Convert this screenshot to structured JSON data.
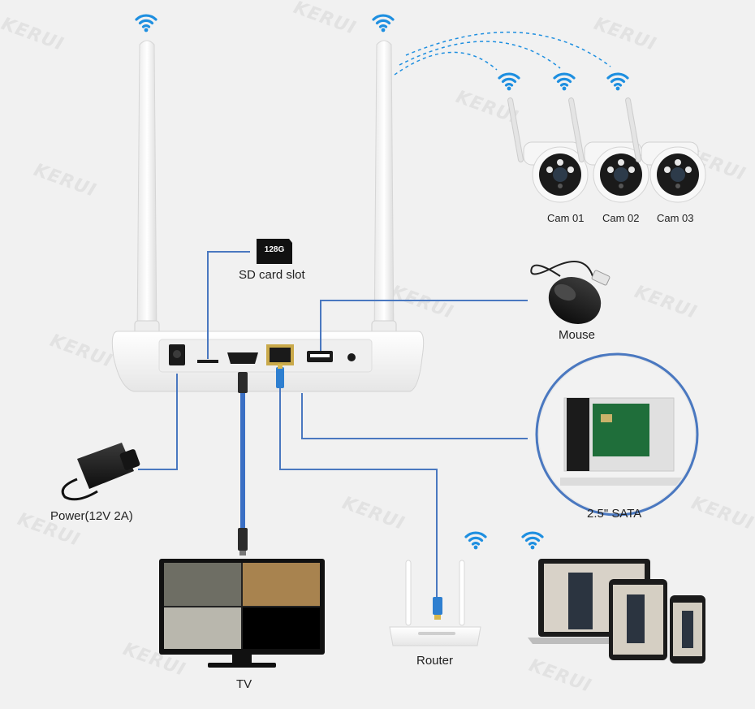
{
  "watermark": "KERUI",
  "colors": {
    "background": "#f1f1f1",
    "wire": "#4a78c0",
    "wifi": "#1e8fe0",
    "device_white": "#f7f7f7",
    "device_shadow": "#d2d2d2"
  },
  "labels": {
    "sd_card_chip": "128G",
    "sd_card_slot": "SD card slot",
    "mouse": "Mouse",
    "sata": "2.5\" SATA",
    "power": "Power(12V 2A)",
    "tv": "TV",
    "router": "Router",
    "cameras": [
      "Cam 01",
      "Cam 02",
      "Cam 03"
    ]
  },
  "icons": [
    "wifi-icon",
    "antenna-icon",
    "camera-icon",
    "mouse-icon",
    "power-adapter-icon",
    "sd-card-icon",
    "hdmi-connector-icon",
    "ethernet-connector-icon",
    "usb-port-icon",
    "hard-drive-icon",
    "tv-icon",
    "router-icon",
    "laptop-icon",
    "tablet-icon",
    "phone-icon"
  ]
}
